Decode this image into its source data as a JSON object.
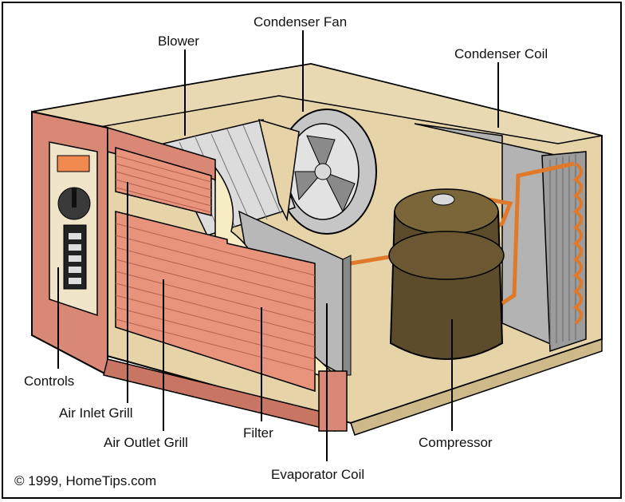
{
  "labels": {
    "blower": "Blower",
    "condenser_fan": "Condenser Fan",
    "condenser_coil": "Condenser Coil",
    "controls": "Controls",
    "air_inlet_grill": "Air Inlet Grill",
    "air_outlet_grill": "Air Outlet Grill",
    "filter": "Filter",
    "compressor": "Compressor",
    "evaporator_coil": "Evaporator Coil"
  },
  "copyright": "© 1999, HomeTips.com",
  "colors": {
    "casing": "#e6d4a8",
    "casing_dark": "#cdb98a",
    "front_panel": "#d98876",
    "grill": "#e8937c",
    "grill_line": "#b5604e",
    "coil_gray": "#a9a9a9",
    "copper": "#e07a2a",
    "compressor": "#5d4c2c",
    "filter": "#f7ecc4",
    "display": "#f08a50"
  }
}
